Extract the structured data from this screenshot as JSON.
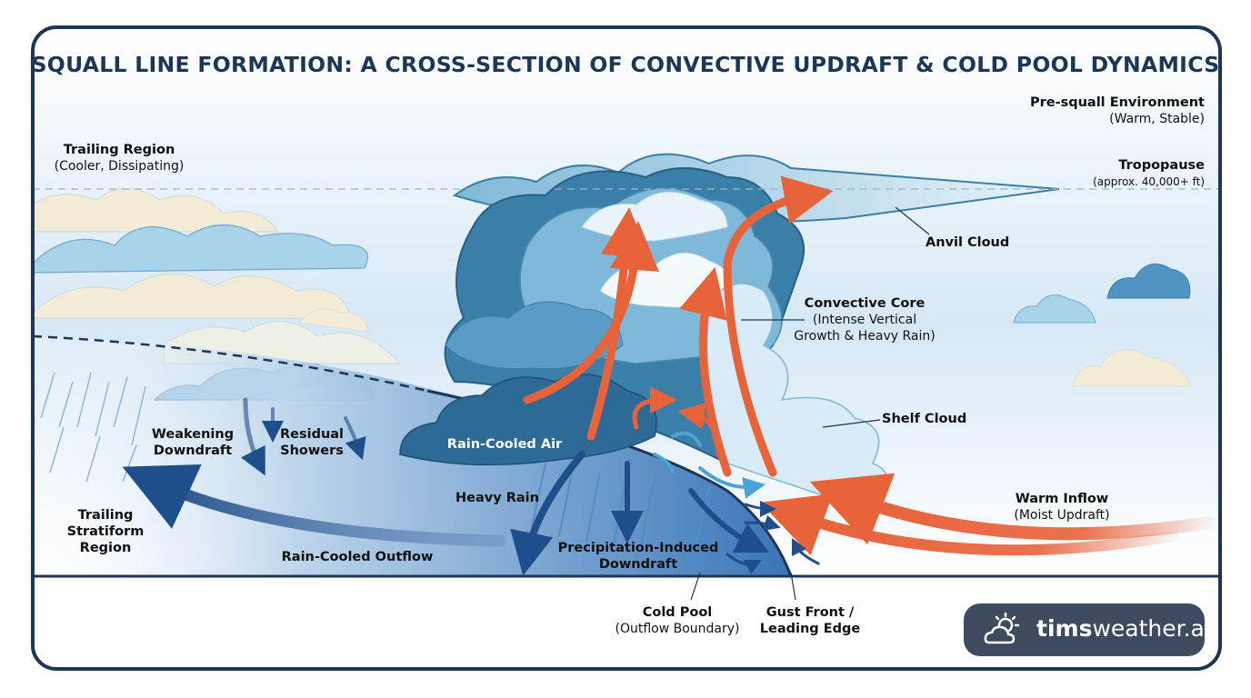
{
  "title": "SQUALL LINE FORMATION: A CROSS-SECTION OF CONVECTIVE UPDRAFT & COLD POOL DYNAMICS",
  "labels": {
    "pre_squall": {
      "main": "Pre-squall Environment",
      "sub": "(Warm, Stable)"
    },
    "trailing_region": {
      "main": "Trailing Region",
      "sub": "(Cooler, Dissipating)"
    },
    "tropopause": {
      "main": "Tropopause",
      "sub": "(approx. 40,000+ ft)"
    },
    "anvil_cloud": "Anvil Cloud",
    "convective_core": {
      "main": "Convective Core",
      "sub1": "(Intense Vertical",
      "sub2": "Growth & Heavy Rain)"
    },
    "shelf_cloud": "Shelf Cloud",
    "weakening_downdraft": {
      "line1": "Weakening",
      "line2": "Downdraft"
    },
    "residual_showers": {
      "line1": "Residual",
      "line2": "Showers"
    },
    "rain_cooled_air": "Rain-Cooled Air",
    "heavy_rain": "Heavy Rain",
    "trailing_stratiform": {
      "line1": "Trailing",
      "line2": "Stratiform",
      "line3": "Region"
    },
    "rain_cooled_outflow": "Rain-Cooled Outflow",
    "precip_downdraft": {
      "line1": "Precipitation-Induced",
      "line2": "Downdraft"
    },
    "warm_inflow": {
      "main": "Warm Inflow",
      "sub": "(Moist Updraft)"
    },
    "cold_pool": {
      "main": "Cold Pool",
      "sub": "(Outflow Boundary)"
    },
    "gust_front": {
      "line1": "Gust Front /",
      "line2": "Leading Edge"
    }
  },
  "logo": {
    "bold": "tims",
    "rest": "weather.au",
    "icon": "sun-cloud-icon"
  },
  "colors": {
    "frame": "#1d3557",
    "updraft": "#e8623a",
    "downdraft": "#1f4f8a",
    "cold_pool": "#3f7bbf",
    "cloud_dark": "#3a7fa8",
    "cloud_light": "#a9d3e8",
    "stratiform": "#f2ecd6"
  }
}
